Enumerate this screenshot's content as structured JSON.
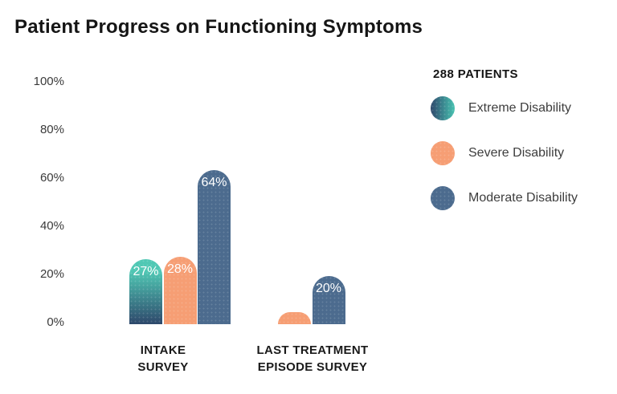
{
  "title": "Patient Progress on Functioning Symptoms",
  "legend": {
    "header": "288 PATIENTS",
    "items": [
      {
        "label": "Extreme Disability",
        "swatch": "gradient",
        "gradient": [
          "#2E486B",
          "#47C2B1"
        ]
      },
      {
        "label": "Severe Disability",
        "swatch": "solid",
        "color": "#F69E74"
      },
      {
        "label": "Moderate Disability",
        "swatch": "solid",
        "color": "#4C6B8E"
      }
    ]
  },
  "chart_data": {
    "type": "bar",
    "title": "Patient Progress on Functioning Symptoms",
    "categories": [
      "INTAKE\nSURVEY",
      "LAST TREATMENT\nEPISODE SURVEY"
    ],
    "series": [
      {
        "name": "Extreme Disability",
        "values": [
          27,
          0
        ],
        "data_labels": [
          "27%",
          ""
        ],
        "color_top": "#50C8B4",
        "color_bottom": "#2E486B"
      },
      {
        "name": "Severe Disability",
        "values": [
          28,
          5
        ],
        "data_labels": [
          "28%",
          ""
        ],
        "color": "#F69E74"
      },
      {
        "name": "Moderate Disability",
        "values": [
          64,
          20
        ],
        "data_labels": [
          "64%",
          "20%"
        ],
        "color": "#4C6B8E"
      }
    ],
    "ylim": [
      0,
      100
    ],
    "yticks": [
      100,
      80,
      60,
      40,
      20,
      0
    ],
    "ytick_labels": [
      "100%",
      "80%",
      "60%",
      "40%",
      "20%",
      "0%"
    ],
    "grid": false,
    "legend_header": "288 PATIENTS",
    "legend_position": "right"
  }
}
